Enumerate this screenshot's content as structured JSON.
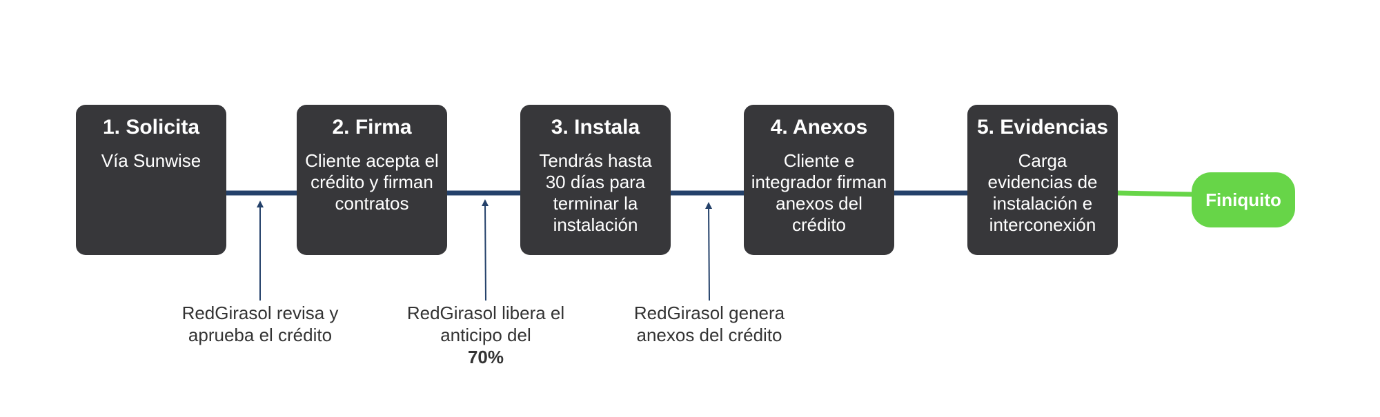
{
  "colors": {
    "box_fill": "#37373a",
    "connector": "#24416a",
    "final_connector": "#67d548",
    "final_fill": "#67d548",
    "arrow": "#24416a",
    "text_dark": "#333333",
    "text_light": "#ffffff"
  },
  "steps": [
    {
      "title": "1. Solicita",
      "description": "Vía Sunwise"
    },
    {
      "title": "2. Firma",
      "description": "Cliente acepta el crédito y firman contratos"
    },
    {
      "title": "3. Instala",
      "description": "Tendrás hasta 30 días para terminar la instalación"
    },
    {
      "title": "4. Anexos",
      "description": "Cliente e integrador firman anexos del crédito"
    },
    {
      "title": "5. Evidencias",
      "description": "Carga evidencias de instalación e interconexión"
    }
  ],
  "final_step": {
    "label": "Finiquito"
  },
  "notes": [
    {
      "text": "RedGirasol revisa y aprueba el crédito",
      "bold": ""
    },
    {
      "text": "RedGirasol libera el anticipo del",
      "bold": "70%"
    },
    {
      "text": "RedGirasol genera anexos del crédito",
      "bold": ""
    }
  ]
}
